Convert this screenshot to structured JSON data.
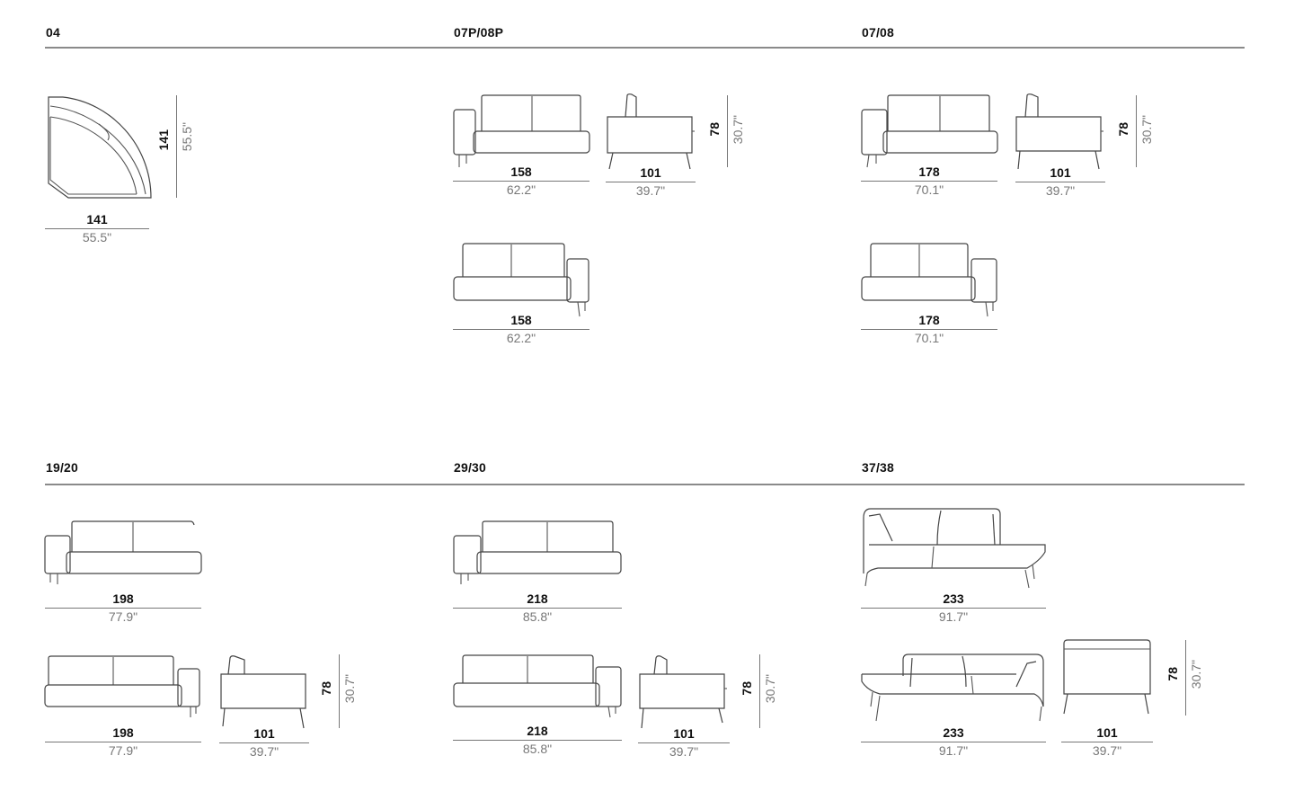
{
  "sections": {
    "s04": {
      "code": "04"
    },
    "s07p": {
      "code": "07P/08P"
    },
    "s07": {
      "code": "07/08"
    },
    "s19": {
      "code": "19/20"
    },
    "s29": {
      "code": "29/30"
    },
    "s37": {
      "code": "37/38"
    }
  },
  "dims": {
    "d04w": {
      "cm": "141",
      "inch": "55.5\""
    },
    "d04h": {
      "cm": "141",
      "inch": "55.5\""
    },
    "d07p_a": {
      "cm": "158",
      "inch": "62.2\""
    },
    "d07p_side": {
      "cm": "101",
      "inch": "39.7\""
    },
    "d07p_h": {
      "cm": "78",
      "inch": "30.7\""
    },
    "d07p_b": {
      "cm": "158",
      "inch": "62.2\""
    },
    "d07_a": {
      "cm": "178",
      "inch": "70.1\""
    },
    "d07_side": {
      "cm": "101",
      "inch": "39.7\""
    },
    "d07_h": {
      "cm": "78",
      "inch": "30.7\""
    },
    "d07_b": {
      "cm": "178",
      "inch": "70.1\""
    },
    "d19_a": {
      "cm": "198",
      "inch": "77.9\""
    },
    "d19_b": {
      "cm": "198",
      "inch": "77.9\""
    },
    "d19_side": {
      "cm": "101",
      "inch": "39.7\""
    },
    "d19_h": {
      "cm": "78",
      "inch": "30.7\""
    },
    "d29_a": {
      "cm": "218",
      "inch": "85.8\""
    },
    "d29_b": {
      "cm": "218",
      "inch": "85.8\""
    },
    "d29_side": {
      "cm": "101",
      "inch": "39.7\""
    },
    "d29_h": {
      "cm": "78",
      "inch": "30.7\""
    },
    "d37_a": {
      "cm": "233",
      "inch": "91.7\""
    },
    "d37_b": {
      "cm": "233",
      "inch": "91.7\""
    },
    "d37_side": {
      "cm": "101",
      "inch": "39.7\""
    },
    "d37_h": {
      "cm": "78",
      "inch": "30.7\""
    }
  }
}
